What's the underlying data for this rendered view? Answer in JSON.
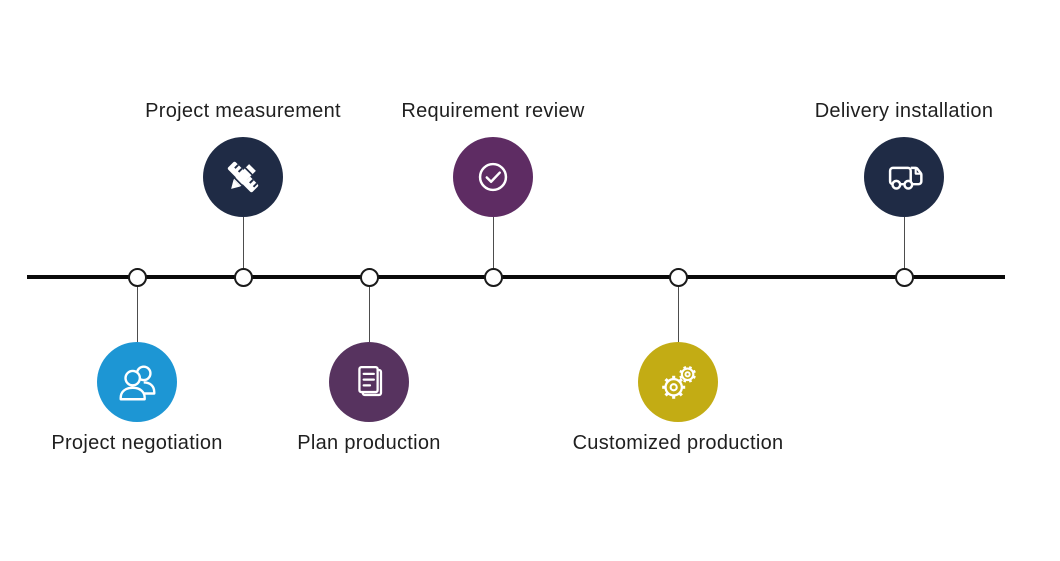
{
  "diagram": {
    "type": "process-timeline",
    "colors": {
      "background": "#ffffff",
      "line": "#0a0a0a",
      "node_fill": "#ffffff",
      "node_border": "#1a1a1a",
      "connector": "#4d4d4d",
      "label_text": "#1f1f1f",
      "icon_stroke": "#ffffff",
      "blue": "#1d96d4",
      "navy": "#1f2b45",
      "purple_dark": "#5e2c63",
      "purple_muted": "#57335f",
      "gold": "#c3ac14"
    },
    "steps": [
      {
        "label": "Project negotiation",
        "icon": "people-icon",
        "color": "#1d96d4",
        "position": "below"
      },
      {
        "label": "Project measurement",
        "icon": "ruler-pencil-icon",
        "color": "#1f2b45",
        "position": "above"
      },
      {
        "label": "Plan production",
        "icon": "document-icon",
        "color": "#57335f",
        "position": "below"
      },
      {
        "label": "Requirement review",
        "icon": "check-circle-icon",
        "color": "#5e2c63",
        "position": "above"
      },
      {
        "label": "Customized production",
        "icon": "gears-icon",
        "color": "#c3ac14",
        "position": "below"
      },
      {
        "label": "Delivery installation",
        "icon": "truck-icon",
        "color": "#1f2b45",
        "position": "above"
      }
    ]
  }
}
